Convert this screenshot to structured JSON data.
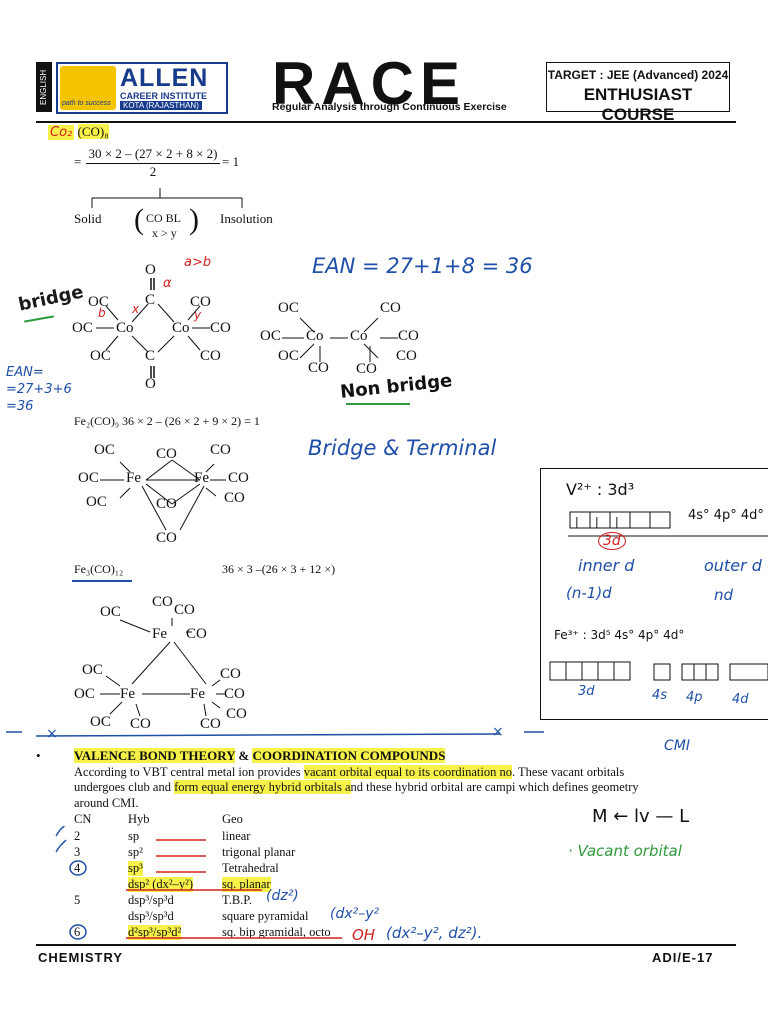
{
  "header": {
    "english_tab": "ENGLISH",
    "brand": "ALLEN",
    "brand_sub1": "CAREER INSTITUTE",
    "brand_sub2": "KOTA (RAJASTHAN)",
    "brand_tag": "path to success",
    "race_title": "RACE",
    "race_subtitle": "Regular Analysis through Continuous Exercise",
    "target_line1": "TARGET : JEE (Advanced) 2024",
    "target_line2": "ENTHUSIAST COURSE"
  },
  "section1": {
    "formula_hand": "Co₂",
    "formula_rest": "(CO)₈",
    "eq_equals": "=",
    "eq_numerator": "30 × 2 – (27 × 2 + 8 × 2)",
    "eq_denominator": "2",
    "eq_result": "= 1",
    "branch_left": "Solid",
    "branch_mid1": "CO BL",
    "branch_mid2": "x > y",
    "branch_right": "Insolution"
  },
  "structure1": {
    "O_top": "O",
    "C_top": "C",
    "O_bottom": "O",
    "C_bottom": "C",
    "OC1": "OC",
    "OC2": "OC",
    "OC3": "OC",
    "Co_left": "Co",
    "Co_right": "Co",
    "CO1": "CO",
    "CO2": "CO",
    "CO3": "CO",
    "ann_agtb": "a>b",
    "ann_alpha": "α",
    "ann_b": "b",
    "ann_x": "x",
    "ann_y": "y",
    "ann_bridge": "bridge",
    "ann_ean_left": "EAN=\n=27+3+6\n=36",
    "ann_ean_top": "EAN = 27+1+8 = 36"
  },
  "structure2": {
    "OC_top": "OC",
    "CO_top": "CO",
    "OC_left": "OC",
    "Co_left": "Co",
    "Co_right": "Co",
    "CO_right": "CO",
    "OC_bottom": "OC",
    "CO_bottom_l": "CO",
    "CO_bottom_r": "CO",
    "ann_nonbridge": "Non bridge"
  },
  "fe2": {
    "formula": "Fe₂(CO)₉ 36 × 2 – (26 × 2 + 9 × 2) = 1",
    "OC1": "OC",
    "CO_top_mid": "CO",
    "CO_top_r": "CO",
    "OC_left": "OC",
    "Fe_left": "Fe",
    "Fe_right": "Fe",
    "CO_right": "CO",
    "OC_bottom": "OC",
    "CO_mid": "CO",
    "CO_br": "CO",
    "CO_bottom": "CO",
    "ann_bridge_terminal": "Bridge & Terminal"
  },
  "fe3": {
    "formula": "Fe₃(CO)₁₂",
    "calc": "36 × 3 –(26 × 3 + 12 ×)",
    "OC_top": "OC",
    "CO_top1": "CO",
    "CO_top2": "CO",
    "Fe_top": "Fe",
    "CO_top3": "CO",
    "OC_l1": "OC",
    "OC_l2": "OC",
    "Fe_left": "Fe",
    "Fe_right": "Fe",
    "CO_r1": "CO",
    "CO_r2": "CO",
    "CO_r3": "CO",
    "OC_l3": "OC",
    "CO_bl": "CO",
    "CO_br": "CO"
  },
  "box": {
    "v2": "V²⁺ : 3d³",
    "orbitals_label": "4s° 4p° 4d°",
    "label_3d": "3d",
    "innerd": "inner d",
    "outerd": "outer d",
    "n1d": "(n-1)d",
    "nd": "nd",
    "fe3": "Fe³⁺ : 3d⁵  4s°  4p°  4d°",
    "lab_3d": "3d",
    "lab_4s": "4s",
    "lab_4p": "4p",
    "lab_4d": "4d"
  },
  "vbt": {
    "bullet": "•",
    "title_part1": "VALENCE BOND THEORY",
    "title_amp": "&",
    "title_part2": "COORDINATION COMPOUNDS",
    "p1_a": "According to VBT central metal ion provides ",
    "p1_hl": "vacant orbital equal to its coordination no",
    "p1_b": ". These vacant orbitals",
    "p2_a": "undergoes club and ",
    "p2_hl": "form equal energy hybrid orbitals a",
    "p2_b": "nd these hybrid orbital are campi which defines geometry",
    "p3": "around CMI.",
    "col_cn": "CN",
    "col_hyb": "Hyb",
    "col_geo": "Geo",
    "rows": [
      {
        "cn": "2",
        "hyb": "sp",
        "geo": "linear"
      },
      {
        "cn": "3",
        "hyb": "sp²",
        "geo": "trigonal planar"
      },
      {
        "cn": "4",
        "hyb": "sp³",
        "geo": "Tetrahedral"
      },
      {
        "cn": "",
        "hyb": "dsp² (dx²–y²)",
        "geo": "sq. planar"
      },
      {
        "cn": "5",
        "hyb": "dsp³/sp³d",
        "geo": "T.B.P."
      },
      {
        "cn": "",
        "hyb": "dsp³/sp³d",
        "geo": "square pyramidal"
      },
      {
        "cn": "6",
        "hyb": "d²sp³/sp³d²",
        "geo": "sq. bip gramidal, octo"
      }
    ],
    "ann_dz2": "(dz²)",
    "ann_dx2y2": "(dx²–y²",
    "ann_oh": "OH",
    "ann_oh_orbitals": "(dx²–y², dz²).",
    "ann_cmi": "CMI",
    "ann_ml": "M ← lv — L",
    "ann_vacant": "· Vacant orbital"
  },
  "footer": {
    "subject": "CHEMISTRY",
    "page": "ADI/E-17"
  },
  "colors": {
    "highlight": "#f6f24a",
    "brand_blue": "#163a8c",
    "ink_blue": "#1f4fa8",
    "ink_red": "#d42020",
    "ink_green": "#2f9a3c"
  }
}
